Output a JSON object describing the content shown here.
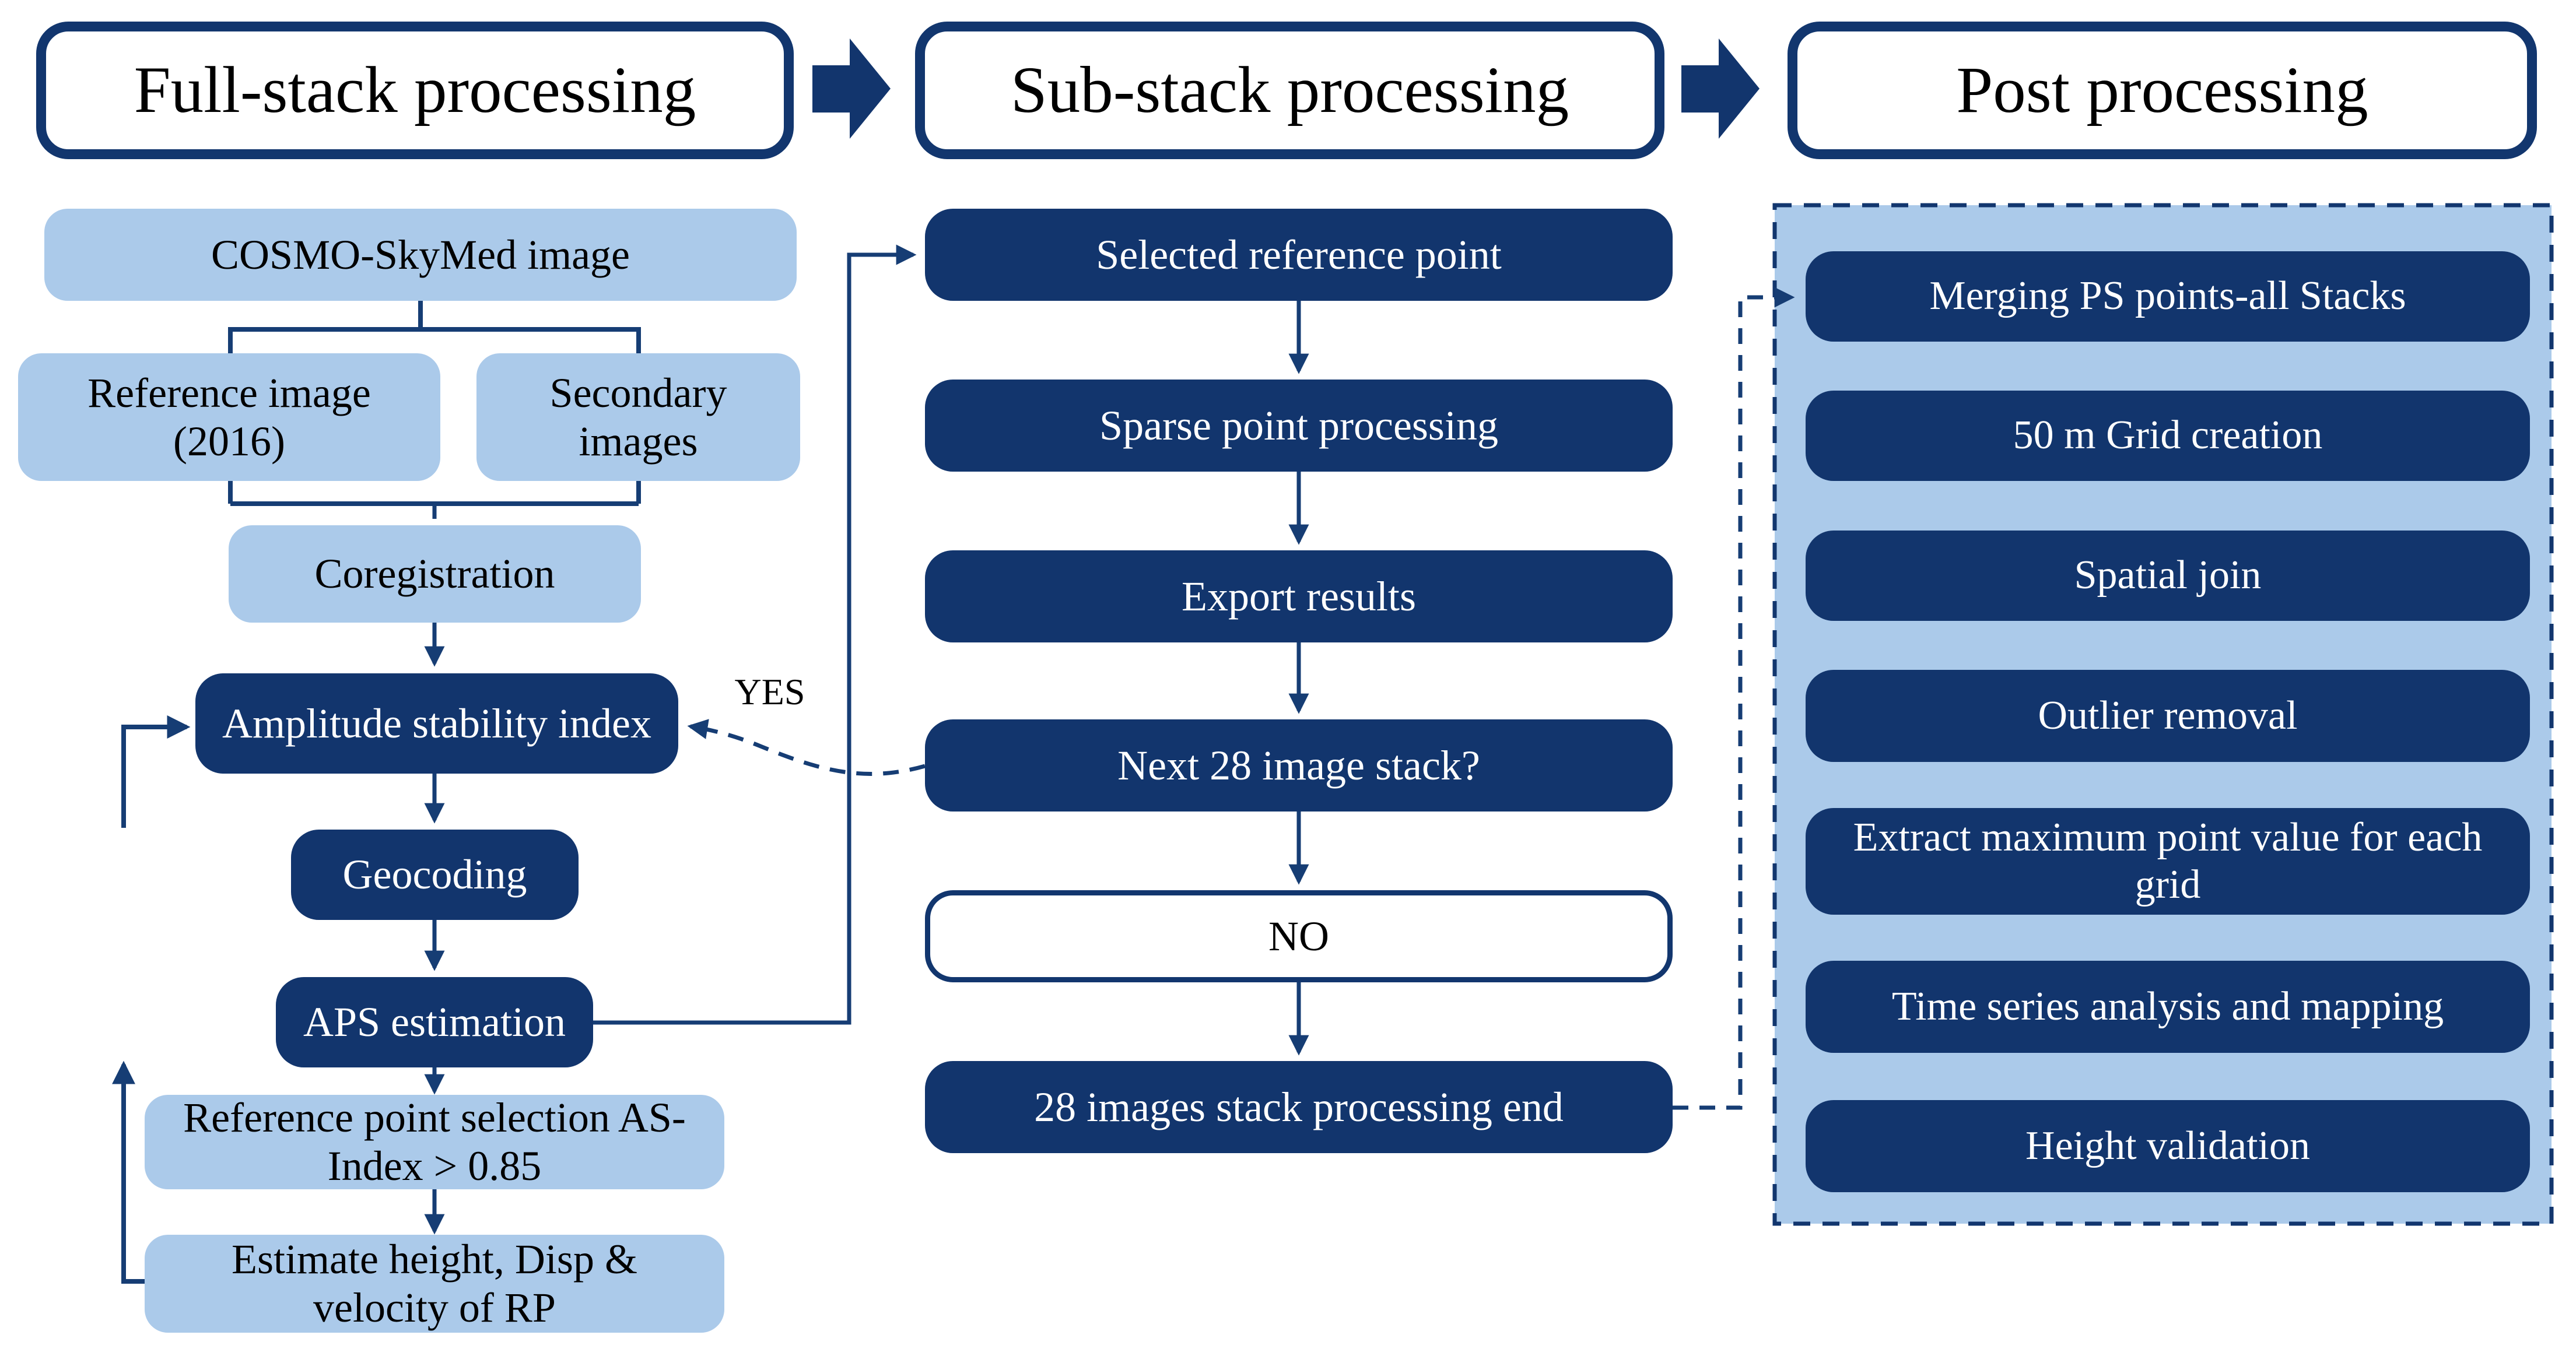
{
  "colors": {
    "dark_navy_box": "#12356d",
    "light_blue_box": "#abcaea",
    "line_navy": "#163d74",
    "container_fill": "#abcaea",
    "text_on_dark": "#ffffff",
    "text_on_light": "#000000",
    "background": "#ffffff"
  },
  "headers": {
    "full_stack": "Full-stack processing",
    "sub_stack": "Sub-stack processing",
    "post": "Post processing"
  },
  "full_stack": {
    "cosmo": "COSMO-SkyMed image",
    "reference_image": "Reference image\n(2016)",
    "secondary_images": "Secondary\nimages",
    "coregistration": "Coregistration",
    "amplitude_stability_index": "Amplitude stability index",
    "geocoding": "Geocoding",
    "aps_estimation": "APS estimation",
    "reference_point_selection": "Reference point selection AS-\nIndex > 0.85",
    "estimate_height": "Estimate height, Disp &\nvelocity of RP",
    "yes_label": "YES"
  },
  "sub_stack": {
    "selected_reference_point": "Selected reference point",
    "sparse_point_processing": "Sparse point processing",
    "export_results": "Export results",
    "next_stack_question": "Next 28 image stack?",
    "no_label": "NO",
    "stack_end": "28 images stack processing end"
  },
  "post": {
    "merging": "Merging PS points-all Stacks",
    "grid_creation": "50 m Grid creation",
    "spatial_join": "Spatial join",
    "outlier_removal": "Outlier removal",
    "extract_max": "Extract maximum point value for each\ngrid",
    "time_series": "Time series analysis and mapping",
    "height_validation": "Height validation"
  }
}
